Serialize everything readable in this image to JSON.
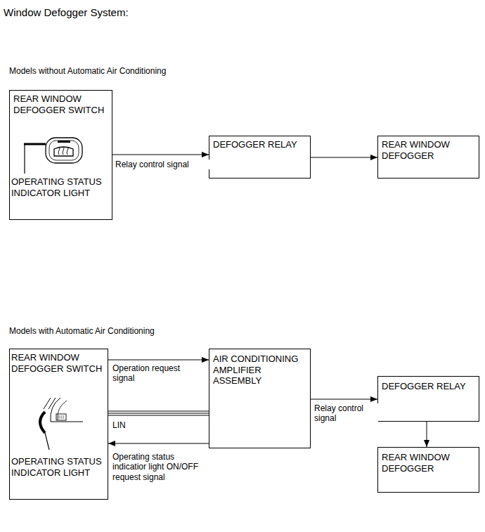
{
  "diagram": {
    "title": "Window Defogger System:",
    "nodes": [
      {
        "text": [
          "REAR WINDOW DEFOGGER SWITCH",
          "OPERATING STATUS INDICATOR LIGHT"
        ]
      },
      {
        "text": [
          "DEFOGGER RELAY"
        ]
      },
      {
        "text": [
          "REAR WINDOW DEFOGGER"
        ]
      },
      {
        "text": [
          "REAR WINDOW DEFOGGER SWITCH",
          "OPERATING STATUS INDICATOR LIGHT"
        ]
      },
      {
        "text": [
          "AIR CONDITIONING AMPLIFIER ASSEMBLY"
        ]
      },
      {
        "text": [
          "DEFOGGER RELAY"
        ]
      },
      {
        "text": [
          "REAR WINDOW DEFOGGER"
        ]
      }
    ],
    "edges": [
      {
        "from": 0,
        "to": 1,
        "label": "Relay control signal",
        "arrow": "to"
      },
      {
        "from": 1,
        "to": 2,
        "arrow": "to"
      },
      {
        "from": 3,
        "to": 4,
        "label": "Operation request signal",
        "arrow": "to"
      },
      {
        "from": 3,
        "to": 4,
        "label": "LIN",
        "arrow": "none"
      },
      {
        "from": 4,
        "to": 3,
        "label": "Operating status indicatior light ON/OFF request signal",
        "arrow": "to"
      },
      {
        "from": 4,
        "to": 5,
        "label": "Relay control signal",
        "arrow": "to"
      },
      {
        "from": 5,
        "to": 6,
        "arrow": "to"
      }
    ],
    "labels": [
      "Models without Automatic Air Conditioning",
      "Models with Automatic Air Conditioning"
    ]
  }
}
